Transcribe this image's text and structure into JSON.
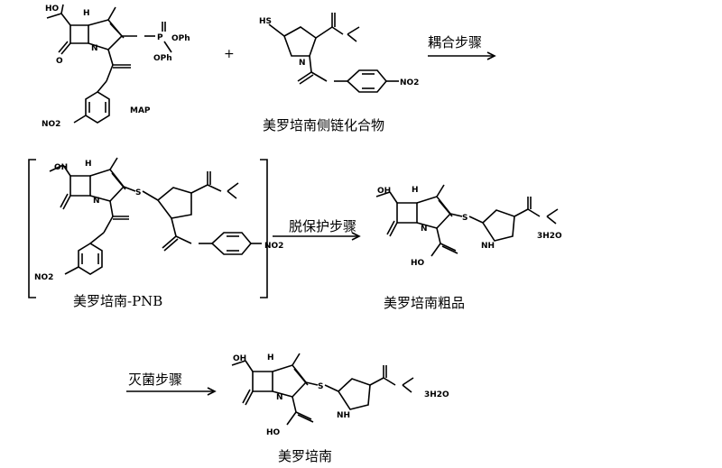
{
  "reactant1": {
    "code": "MAP",
    "atoms": {
      "oh": "HO",
      "h": "H",
      "n": "N",
      "o": "O",
      "p": "P",
      "oph1": "OPh",
      "oph2": "OPh",
      "no2": "NO2"
    }
  },
  "plus": "+",
  "reactant2": {
    "name": "美罗培南侧链化合物",
    "atoms": {
      "hs": "HS",
      "n": "N",
      "no2": "NO2"
    }
  },
  "step1": "耦合步骤",
  "intermediate": {
    "name": "美罗培南-PNB",
    "atoms": {
      "oh": "OH",
      "h": "H",
      "s": "S",
      "n": "N",
      "no2a": "NO2",
      "no2b": "NO2"
    }
  },
  "step2": "脱保护步骤",
  "crude": {
    "name": "美罗培南粗品",
    "atoms": {
      "oh": "OH",
      "h": "H",
      "s": "S",
      "nh": "NH",
      "n": "N",
      "ho": "HO",
      "hydrate": "3H2O"
    }
  },
  "step3": "灭菌步骤",
  "final": {
    "name": "美罗培南",
    "atoms": {
      "oh": "OH",
      "h": "H",
      "s": "S",
      "nh": "NH",
      "n": "N",
      "ho": "HO",
      "hydrate": "3H2O"
    }
  }
}
